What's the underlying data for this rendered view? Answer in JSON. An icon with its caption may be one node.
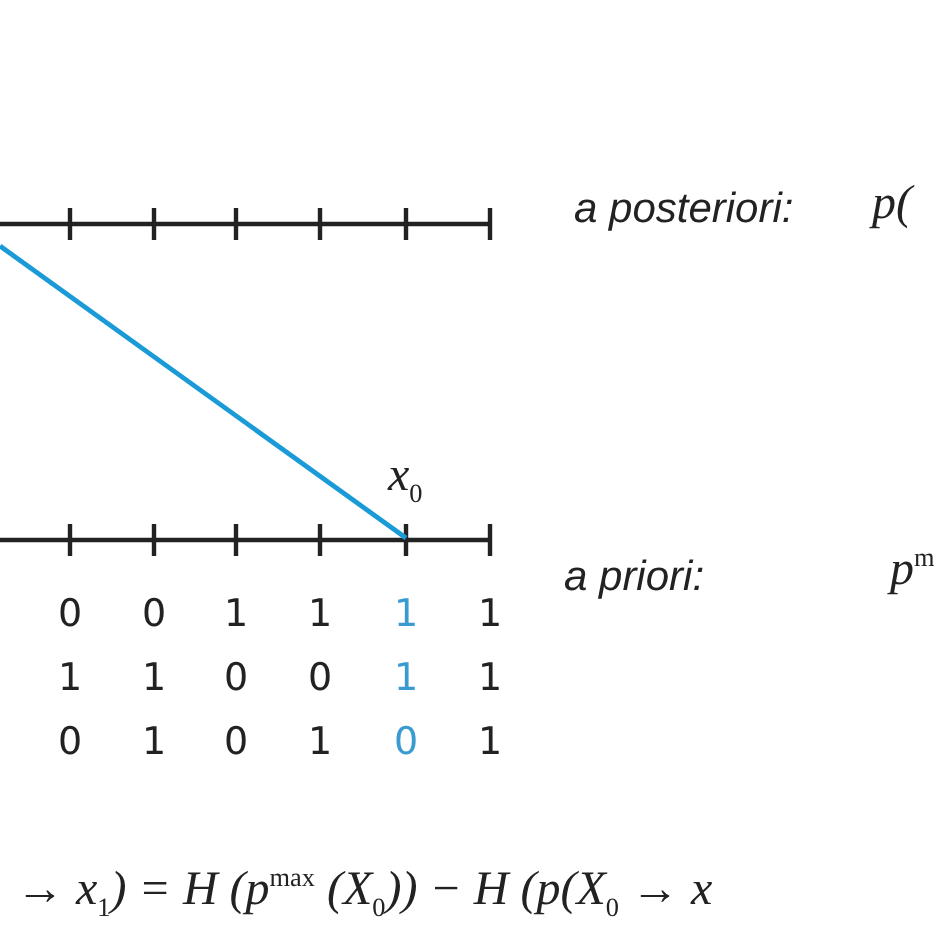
{
  "diagram": {
    "labels": [
      "a posteriori:",
      "p(",
      "x$_{0}$",
      "a priori:",
      "p$^{m}$",
      "0",
      "0",
      "1",
      "1",
      "1",
      "1",
      "1",
      "1",
      "0",
      "0",
      "1",
      "1",
      "0",
      "1",
      "0",
      "1",
      "0",
      "1",
      "→ x$_{1}$) = H (p$^{max}$ (X$_{0}$)) − H (p(X$_{0}$ → x"
    ]
  }
}
